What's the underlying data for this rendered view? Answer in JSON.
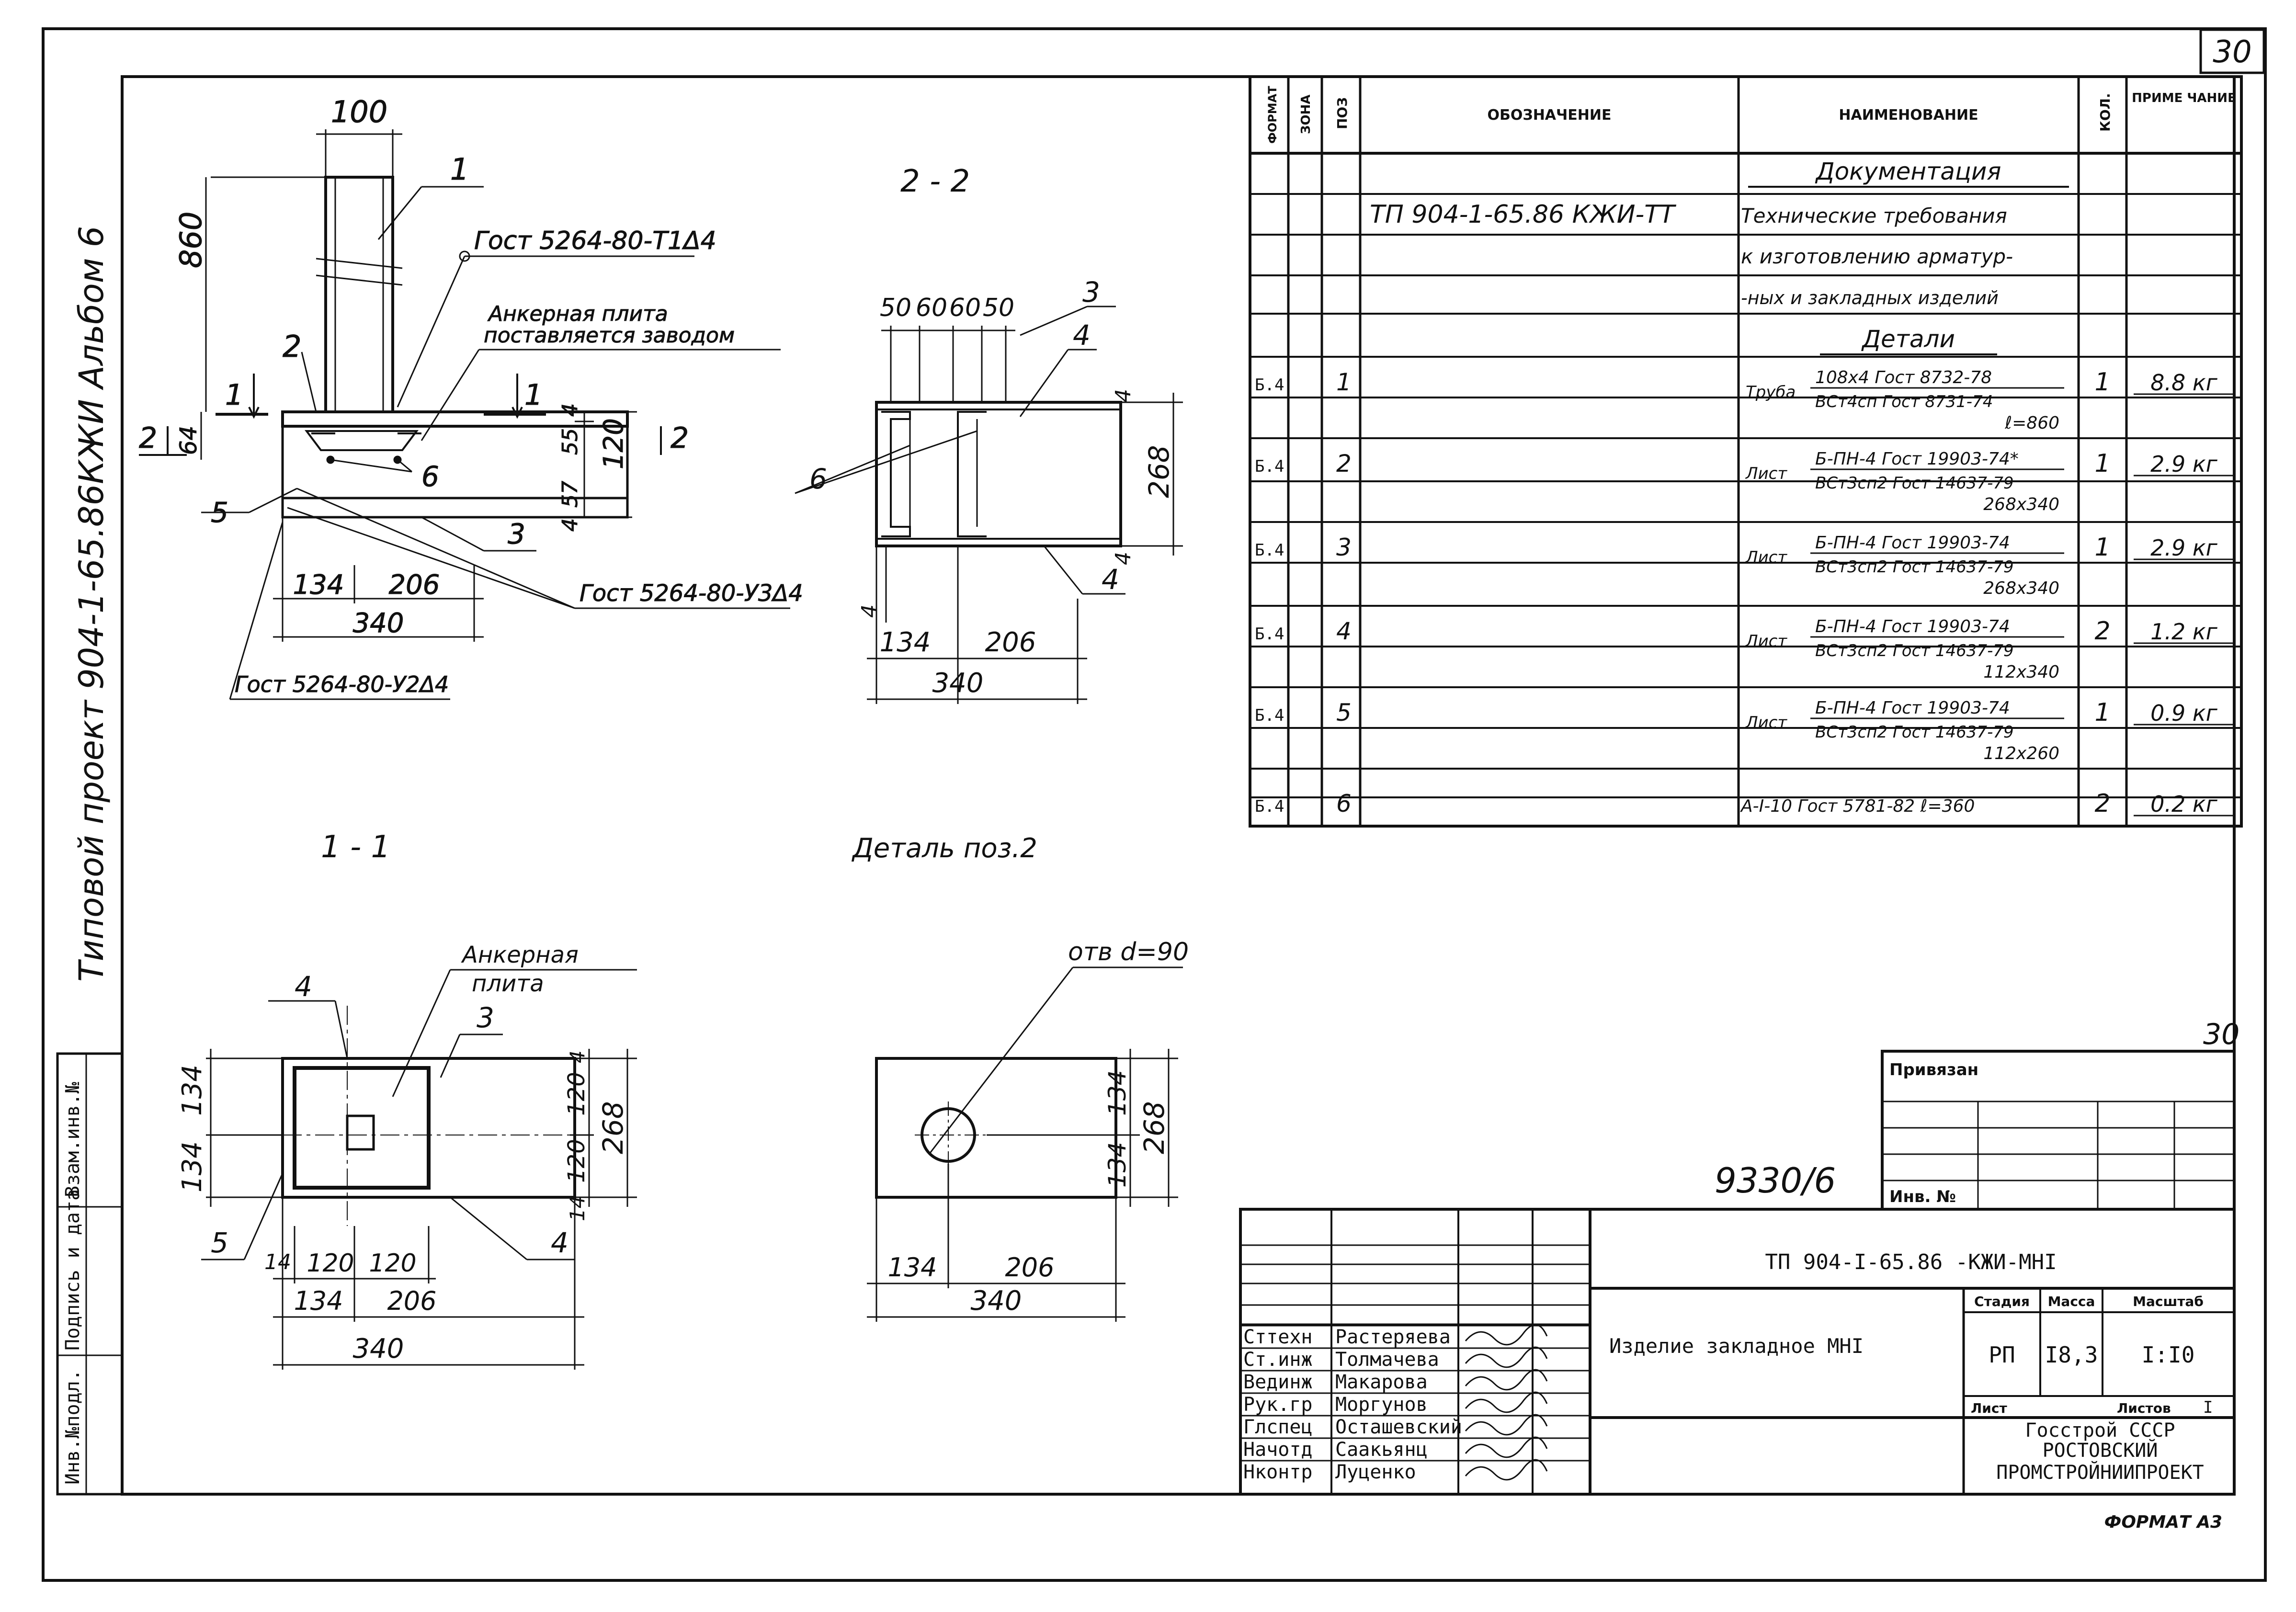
{
  "sheet": {
    "page_number": "30",
    "page_number_lower": "30",
    "format": "ФОРМАТ А3",
    "archive_number": "9330/6"
  },
  "side_stamp": {
    "project": "Типовой  проект   904-1-65.86КЖИ   Альбом 6",
    "boxes": [
      "Инв.№подл.",
      "Подпись и дата",
      "Взам.инв.№"
    ]
  },
  "drawings": {
    "view_1": {
      "labels": {
        "top_width": "100",
        "height": "860",
        "pos1": "1",
        "weld_top": "Гост 5264-80-Т1Δ4",
        "plate_note_1": "Анкерная плита",
        "plate_note_2": "поставляется заводом",
        "pos2": "2",
        "cut_1_left": "1",
        "cut_1_right": "1",
        "cut_2_left": "2",
        "cut_2_right": "2",
        "dim_64": "64",
        "dim_55": "55",
        "dim_4a": "4",
        "dim_120": "120",
        "dim_57": "57",
        "dim_4b": "4",
        "pos6": "6",
        "pos5": "5",
        "pos3": "3",
        "dim_134": "134",
        "dim_206": "206",
        "dim_340": "340",
        "weld_mid": "Гост 5264-80-У3Δ4",
        "weld_bottom": "Гост 5264-80-У2Δ4"
      }
    },
    "view_2_2": {
      "title": "2 - 2",
      "labels": {
        "d50a": "50",
        "d60a": "60",
        "d60b": "60",
        "d50b": "50",
        "pos3": "3",
        "pos4a": "4",
        "d4_top": "4",
        "pos6": "6",
        "d268": "268",
        "d4_bot": "4",
        "d4_left": "4",
        "pos4b": "4",
        "d134": "134",
        "d206": "206",
        "d340": "340"
      }
    },
    "view_1_1": {
      "title": "1 - 1",
      "labels": {
        "pos4_top": "4",
        "plate_1": "Анкерная",
        "plate_2": "плита",
        "pos3": "3",
        "d134a": "134",
        "d134b": "134",
        "d4a": "4",
        "d120a": "120",
        "d120b": "120",
        "d14": "14",
        "d268": "268",
        "pos5": "5",
        "pos4_bot": "4",
        "b14": "14",
        "b120a": "120",
        "b120b": "120",
        "b134": "134",
        "b206": "206",
        "b340": "340"
      }
    },
    "detail": {
      "title": "Деталь поз.2",
      "labels": {
        "hole": "отв d=90",
        "d134a": "134",
        "d134b": "134",
        "d268": "268",
        "b134": "134",
        "b206": "206",
        "b340": "340"
      }
    }
  },
  "spec": {
    "headers": [
      "ФОРМАТ",
      "ЗОНА",
      "ПОЗ",
      "ОБОЗНАЧЕНИЕ",
      "НАИМЕНОВАНИЕ",
      "КОЛ.",
      "ПРИМЕ ЧАНИЕ"
    ],
    "doc_section": "Документация",
    "doc_code": "ТП 904-1-65.86 КЖИ-ТТ",
    "doc_name_lines": [
      "Технические требования",
      "к изготовлению арматур-",
      "-ных и закладных изделий"
    ],
    "details_section": "Детали",
    "rows": [
      {
        "format": "Б.4",
        "pos": "1",
        "kind": "Труба",
        "line1": "108х4 Гост 8732-78",
        "line2": "ВСт4сп Гост 8731-74",
        "line3": "ℓ=860",
        "qty": "1",
        "note": "8.8 кг"
      },
      {
        "format": "Б.4",
        "pos": "2",
        "kind": "Лист",
        "line1": "Б-ПН-4 Гост 19903-74*",
        "line2": "ВСт3сп2 Гост 14637-79",
        "line3": "268х340",
        "qty": "1",
        "note": "2.9 кг"
      },
      {
        "format": "Б.4",
        "pos": "3",
        "kind": "Лист",
        "line1": "Б-ПН-4 Гост 19903-74",
        "line2": "ВСт3сп2 Гост 14637-79",
        "line3": "268х340",
        "qty": "1",
        "note": "2.9 кг"
      },
      {
        "format": "Б.4",
        "pos": "4",
        "kind": "Лист",
        "line1": "Б-ПН-4 Гост 19903-74",
        "line2": "ВСт3сп2 Гост 14637-79",
        "line3": "112х340",
        "qty": "2",
        "note": "1.2 кг"
      },
      {
        "format": "Б.4",
        "pos": "5",
        "kind": "Лист",
        "line1": "Б-ПН-4 Гост 19903-74",
        "line2": "ВСт3сп2 Гост 14637-79",
        "line3": "112х260",
        "qty": "1",
        "note": "0.9 кг"
      },
      {
        "format": "Б.4",
        "pos": "6",
        "kind": "",
        "line1": "А-I-10 Гост 5781-82 ℓ=360",
        "line2": "",
        "line3": "",
        "qty": "2",
        "note": "0.2 кг"
      }
    ]
  },
  "title_block": {
    "attached_label": "Привязан",
    "inv_label": "Инв. №",
    "code": "ТП 904-I-65.86 -КЖИ-МНI",
    "name": "Изделие закладное  МНI",
    "stage_label": "Стадия",
    "mass_label": "Масса",
    "scale_label": "Масштаб",
    "stage": "РП",
    "mass": "I8,3",
    "scale": "I:I0",
    "sheet_label": "Лист",
    "sheets_label": "Листов",
    "sheets": "I",
    "org_1": "Госстрой СССР",
    "org_2": "РОСТОВСКИЙ",
    "org_3": "ПРОМСТРОЙНИИПРОЕКТ",
    "staff": [
      {
        "role": "Сттехн",
        "name": "Растеряева"
      },
      {
        "role": "Ст.инж",
        "name": "Толмачева"
      },
      {
        "role": "Вединж",
        "name": "Макарова"
      },
      {
        "role": "Рук.гр",
        "name": "Моргунов"
      },
      {
        "role": "Глспец",
        "name": "Осташевский"
      },
      {
        "role": "Начотд",
        "name": "Саакьянц"
      },
      {
        "role": "Нконтр",
        "name": "Луценко"
      }
    ]
  }
}
